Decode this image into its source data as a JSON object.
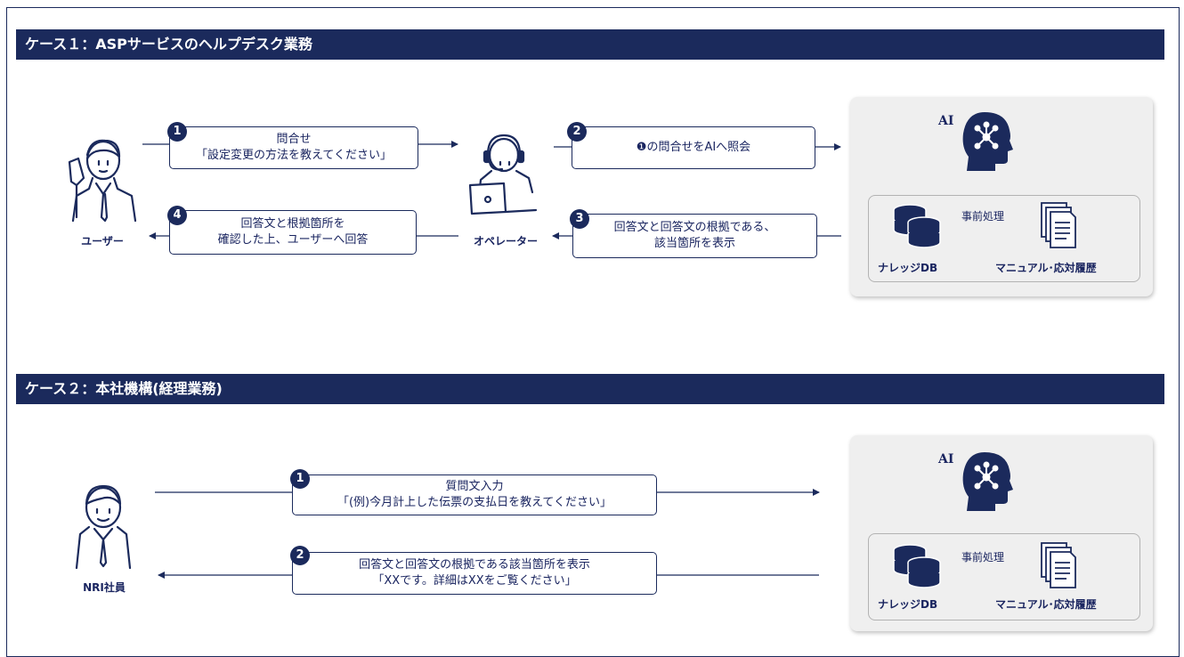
{
  "case1": {
    "title": "ケース１：ASPサービスのヘルプデスク業務",
    "user_label": "ユーザー",
    "operator_label": "オペレーター",
    "step1": {
      "num": "1",
      "line1": "問合せ",
      "line2": "「設定変更の方法を教えてください」"
    },
    "step2": {
      "num": "2",
      "line1": "❶の問合せをAIへ照会"
    },
    "step3": {
      "num": "3",
      "line1": "回答文と回答文の根拠である、",
      "line2": "該当箇所を表示"
    },
    "step4": {
      "num": "4",
      "line1": "回答文と根拠箇所を",
      "line2": "確認した上、ユーザーへ回答"
    },
    "ai": {
      "label": "AI",
      "preprocess": "事前処理",
      "db": "ナレッジDB",
      "docs": "マニュアル･応対履歴"
    }
  },
  "case2": {
    "title": "ケース２：本社機構(経理業務)",
    "employee_label": "NRI社員",
    "step1": {
      "num": "1",
      "line1": "質問文入力",
      "line2": "「(例)今月計上した伝票の支払日を教えてください」"
    },
    "step2": {
      "num": "2",
      "line1": "回答文と回答文の根拠である該当箇所を表示",
      "line2": "「XXです。詳細はXXをご覧ください」"
    },
    "ai": {
      "label": "AI",
      "preprocess": "事前処理",
      "db": "ナレッジDB",
      "docs": "マニュアル･応対履歴"
    }
  },
  "colors": {
    "navy": "#1b2a5c",
    "panel": "#efefef"
  },
  "icons": [
    "user-icon",
    "operator-icon",
    "ai-head-icon",
    "database-icon",
    "documents-icon",
    "employee-icon"
  ]
}
